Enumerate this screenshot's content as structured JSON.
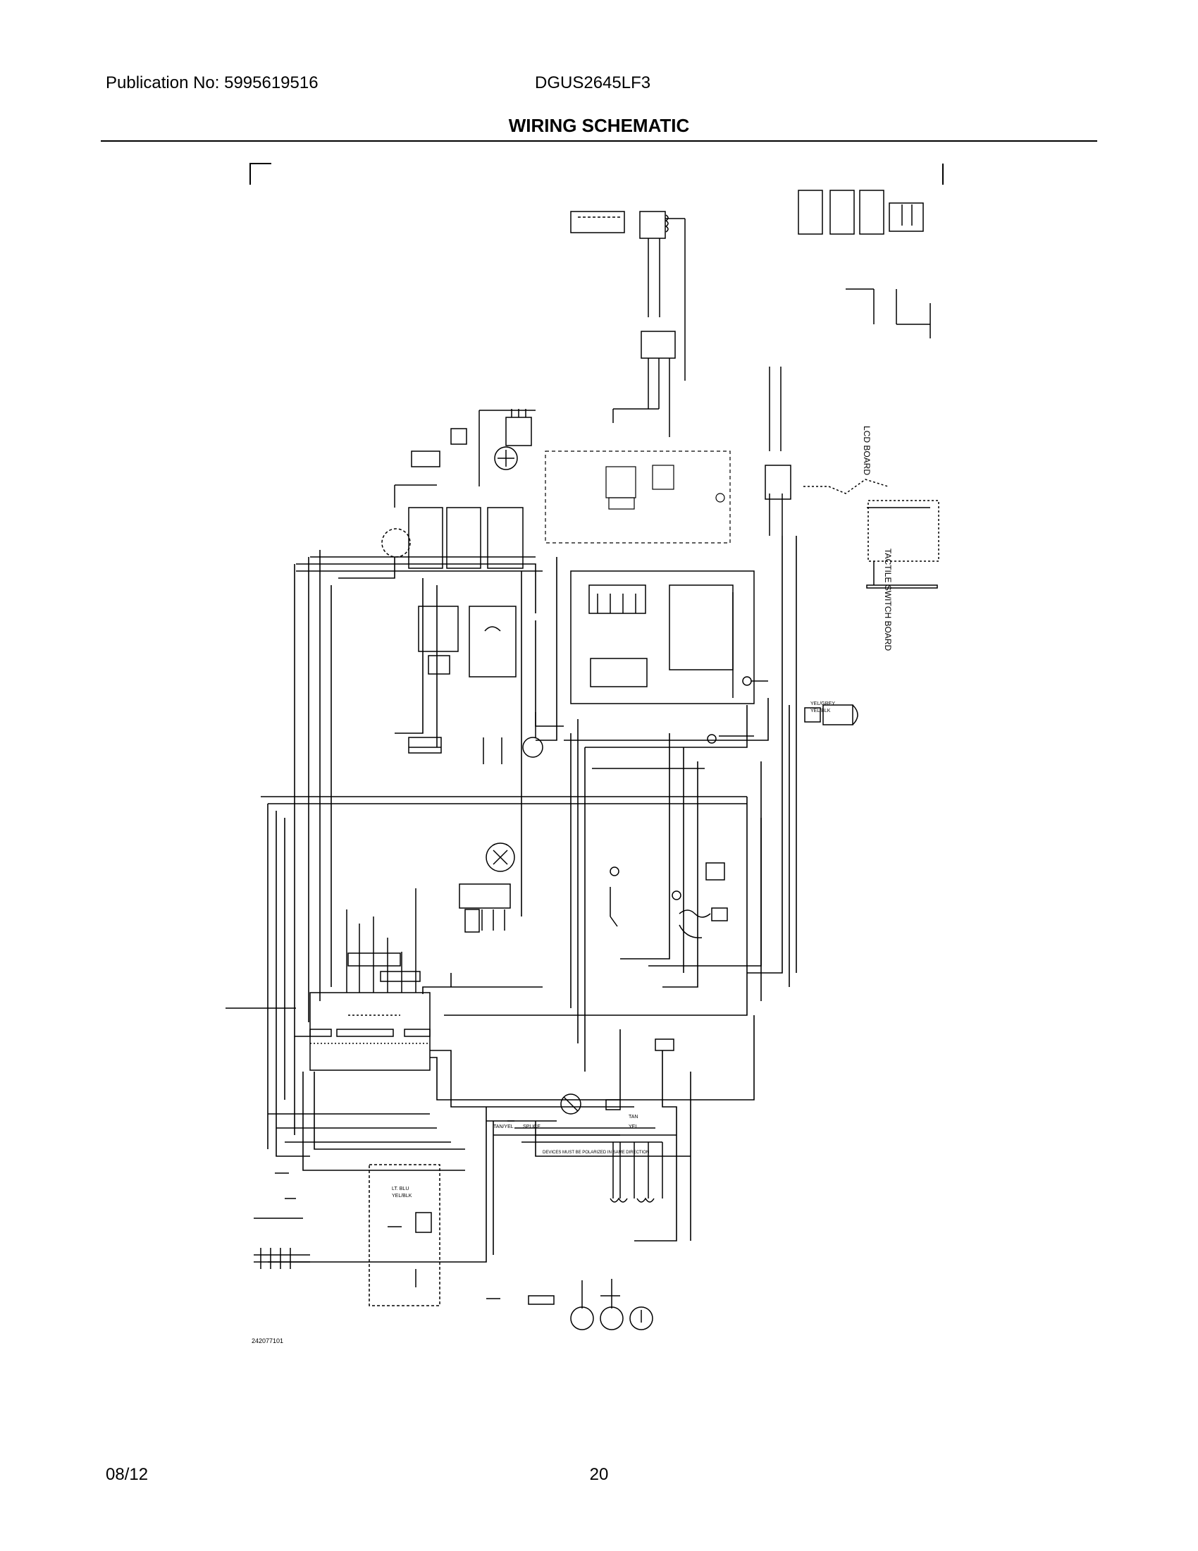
{
  "header": {
    "publication": "Publication No: 5995619516",
    "model": "DGUS2645LF3"
  },
  "title": "WIRING SCHEMATIC",
  "footer": {
    "date": "08/12",
    "page_number": "20"
  },
  "schematic": {
    "diagram_id": "242077101",
    "labels": {
      "lcd_board": "LCD BOARD",
      "tactile_switch_board": "TACTILE SWITCH BOARD",
      "lt_blu": "LT. BLU",
      "yel_blk": "YEL/BLK",
      "tan_yel": "TAN/YEL",
      "splice": "SPLICE",
      "yel": "YEL",
      "tan": "TAN",
      "yel_grey": "YEL/GREY",
      "yel_blk_2": "YEL/BLK",
      "polarized_note": "DEVICES MUST BE POLARIZED IN SAME DIRECTION"
    }
  }
}
